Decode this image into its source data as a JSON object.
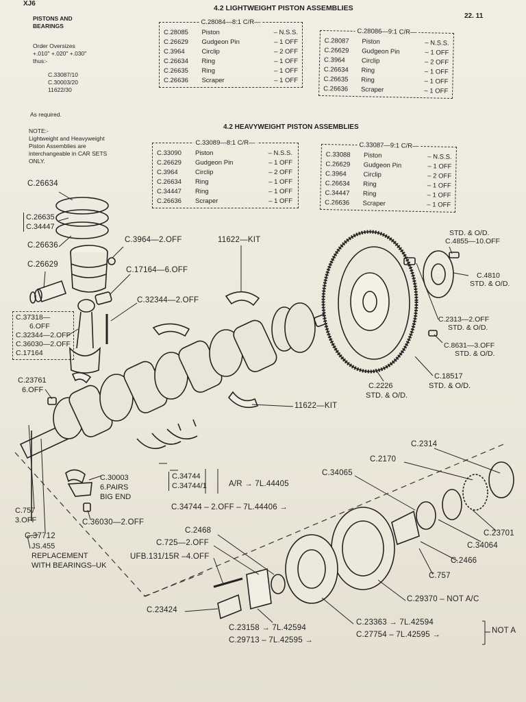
{
  "header": {
    "left": "XJ6",
    "title": "4.2 LIGHTWEIGHT PISTON ASSEMBLIES",
    "page_number": "22. 11"
  },
  "heavy_title": "4.2 HEAVYWEIGHT PISTON ASSEMBLIES",
  "sidebar": {
    "heading": [
      "PISTONS AND",
      "BEARINGS"
    ],
    "oversize_intro": [
      "Order Oversizes",
      "+.010\" +.020\" +.030\"",
      "thus:-"
    ],
    "oversize_parts": [
      "C.33087/10",
      "C.30003/20",
      "11622/30"
    ],
    "as_required": "As required.",
    "note": [
      "NOTE:-",
      "Lightweight and Heavyweight",
      "Piston Assemblies are",
      "interchangeable in CAR SETS",
      "ONLY."
    ]
  },
  "tables": {
    "light_8": {
      "title": "C.28084—8:1 C/R—",
      "rows": [
        {
          "part": "C.28085",
          "desc": "Piston",
          "qty": "– N.S.S."
        },
        {
          "part": "C.26629",
          "desc": "Gudgeon Pin",
          "qty": "– 1 OFF"
        },
        {
          "part": "C.3964",
          "desc": "Circlip",
          "qty": "– 2 OFF"
        },
        {
          "part": "C.26634",
          "desc": "Ring",
          "qty": "– 1 OFF"
        },
        {
          "part": "C.26635",
          "desc": "Ring",
          "qty": "– 1 OFF"
        },
        {
          "part": "C.26636",
          "desc": "Scraper",
          "qty": "– 1 OFF"
        }
      ]
    },
    "light_9": {
      "title": "C.28086—9:1 C/R—",
      "rows": [
        {
          "part": "C.28087",
          "desc": "Piston",
          "qty": "– N.S.S."
        },
        {
          "part": "C.26629",
          "desc": "Gudgeon Pin",
          "qty": "– 1 OFF"
        },
        {
          "part": "C.3964",
          "desc": "Circlip",
          "qty": "– 2 OFF"
        },
        {
          "part": "C.26634",
          "desc": "Ring",
          "qty": "– 1 OFF"
        },
        {
          "part": "C.26635",
          "desc": "Ring",
          "qty": "– 1 OFF"
        },
        {
          "part": "C.26636",
          "desc": "Scraper",
          "qty": "– 1 OFF"
        }
      ]
    },
    "heavy_8": {
      "title": "C.33089—8:1 C/R—",
      "rows": [
        {
          "part": "C.33090",
          "desc": "Piston",
          "qty": "– N.S.S."
        },
        {
          "part": "C.26629",
          "desc": "Gudgeon Pin",
          "qty": "– 1 OFF"
        },
        {
          "part": "C.3964",
          "desc": "Circlip",
          "qty": "– 2 OFF"
        },
        {
          "part": "C.26634",
          "desc": "Ring",
          "qty": "– 1 OFF"
        },
        {
          "part": "C.34447",
          "desc": "Ring",
          "qty": "– 1 OFF"
        },
        {
          "part": "C.26636",
          "desc": "Scraper",
          "qty": "– 1 OFF"
        }
      ]
    },
    "heavy_9": {
      "title": "C.33087—9:1 C/R—",
      "rows": [
        {
          "part": "C.33088",
          "desc": "Piston",
          "qty": "– N.S.S."
        },
        {
          "part": "C.26629",
          "desc": "Gudgeon Pin",
          "qty": "– 1 OFF"
        },
        {
          "part": "C.3964",
          "desc": "Circlip",
          "qty": "– 2 OFF"
        },
        {
          "part": "C.26634",
          "desc": "Ring",
          "qty": "– 1 OFF"
        },
        {
          "part": "C.34447",
          "desc": "Ring",
          "qty": "– 1 OFF"
        },
        {
          "part": "C.26636",
          "desc": "Scraper",
          "qty": "– 1 OFF"
        }
      ]
    }
  },
  "labels": {
    "c26634": "C.26634",
    "c26635_group": [
      "C.26635",
      "C.34447"
    ],
    "c26636": "C.26636",
    "c3964": "C.3964—2.OFF",
    "c26629": "C.26629",
    "c17164": "C.17164—6.OFF",
    "c32344": "C.32344—2.OFF",
    "rod_group": [
      "C.37318—",
      "6.OFF",
      "C.32344—2.OFF",
      "C.36030—2.OFF",
      "C.17164"
    ],
    "kit_top": "11622—KIT",
    "kit_mid": "11622—KIT",
    "c23761": [
      "C.23761",
      "6.OFF"
    ],
    "std_4855": [
      "STD. & O/D.",
      "C.4855—10.OFF"
    ],
    "c4810": [
      "C.4810",
      "STD. & O/D."
    ],
    "c2313": [
      "C.2313—2.OFF",
      "STD. & O/D."
    ],
    "c8631": [
      "C.8631—3.OFF",
      "STD. & O/D."
    ],
    "c18517": [
      "C.18517",
      "STD. & O/D."
    ],
    "c2226": [
      "C.2226",
      "STD. & O/D."
    ],
    "c30003": [
      "C.30003",
      "6.PAIRS",
      "BIG END"
    ],
    "c34744_a": "C.34744",
    "c34744_b": "C.34744/1",
    "ar_ref": "A/R → 7L.44405",
    "c34744_c": "C.34744  –  2.OFF – 7L.44406 →",
    "c757_left": [
      "C.757",
      "3.OFF"
    ],
    "c36030": "C.36030—2.OFF",
    "c37712": "C.37712",
    "js455": [
      "JS.455",
      "REPLACEMENT",
      "WITH BEARINGS–UK"
    ],
    "c2314": "C.2314",
    "c2170": "C.2170",
    "c34065": "C.34065",
    "c23701": "C.23701",
    "c34064": "C.34064",
    "c2466": "C.2466",
    "c757_right": "C.757",
    "c29370": "C.29370 – NOT A/C",
    "c2468": "C.2468",
    "c725": "C.725—2.OFF",
    "ufb": "UFB.131/15R –4.OFF",
    "c23424": "C.23424",
    "c23158": "C.23158 → 7L.42594",
    "c29713": "C.29713 – 7L.42595 →",
    "c23363": "C.23363 → 7L.42594",
    "c27754": "C.27754 – 7L.42595 →",
    "not_a": "NOT A"
  }
}
